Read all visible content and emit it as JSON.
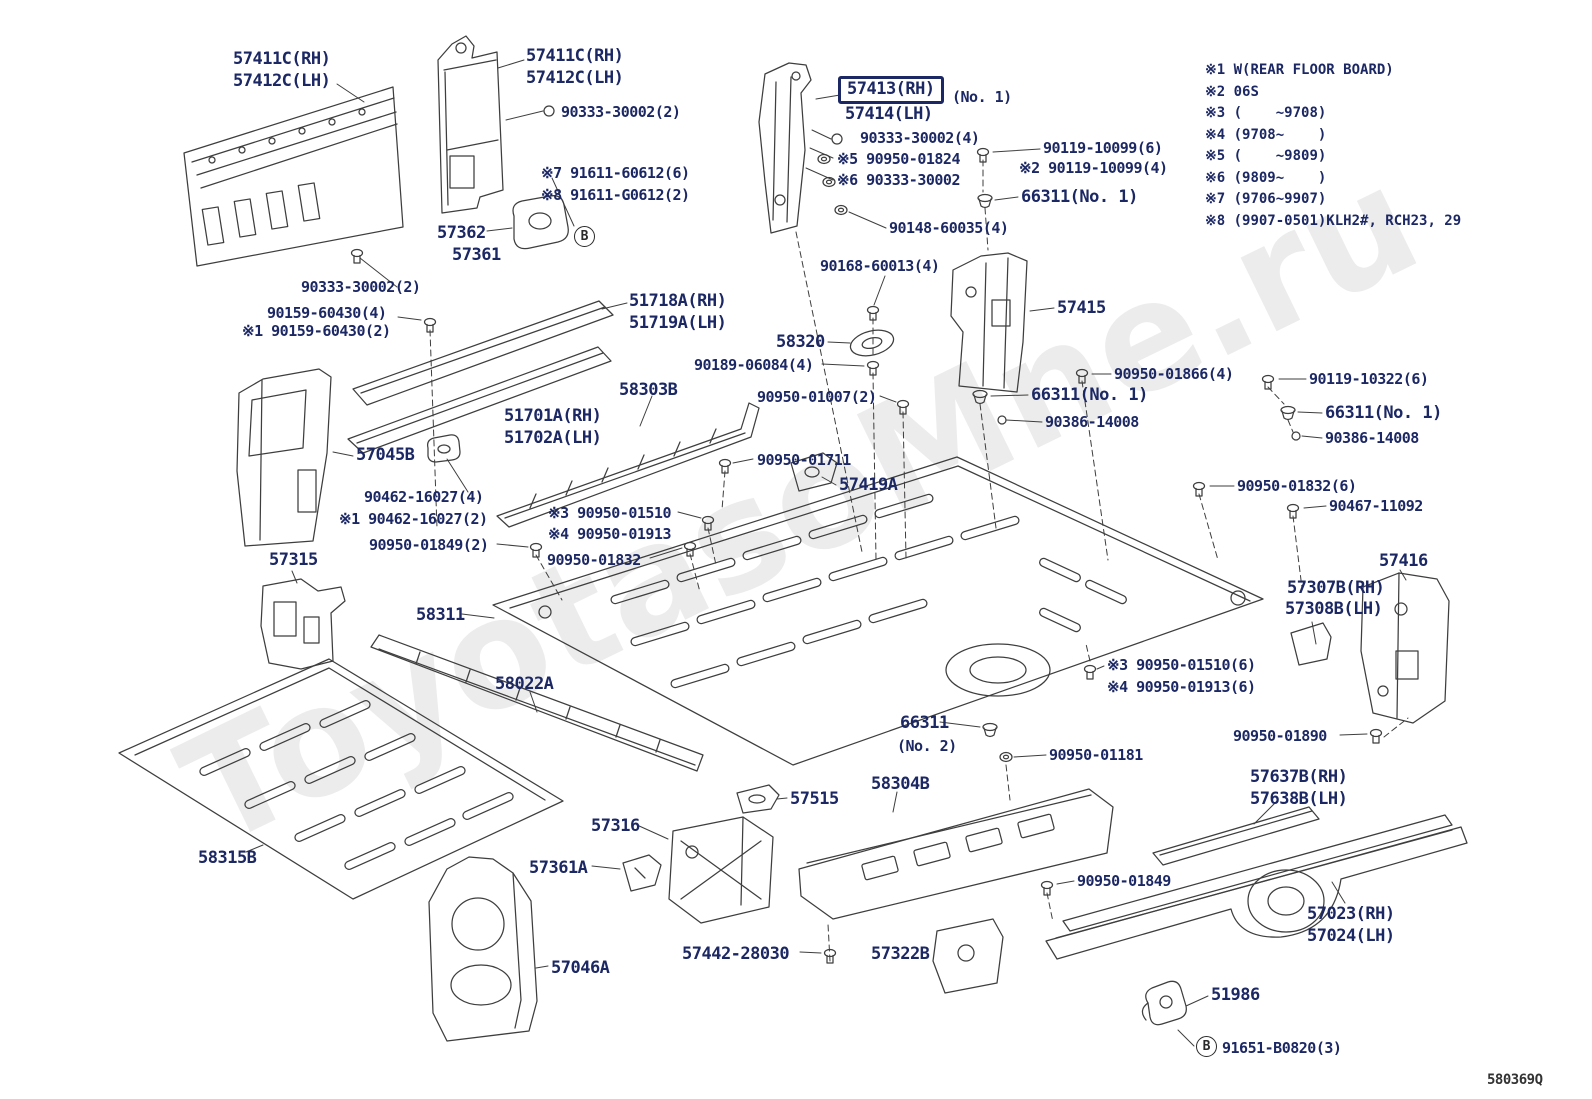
{
  "watermark": "ToyotasoMne.ru",
  "diagram_code": "580369Q",
  "circled_letter": "B",
  "notes": [
    "※1 W(REAR FLOOR BOARD)",
    "※2 06S",
    "※3 (    ~9708)",
    "※4 (9708~    )",
    "※5 (    ~9809)",
    "※6 (9809~    )",
    "※7 (9706~9907)",
    "※8 (9907-0501)KLH2#, RCH23, 29"
  ],
  "labels": [
    "57411C(RH)",
    "57412C(LH)",
    "57411C(RH)",
    "57412C(LH)",
    "90333-30002(2)",
    "※7 91611-60612(6)",
    "※8 91611-G0612(2)",
    "57362",
    "57361",
    "90333-30002(2)",
    "90159-60430(4)",
    "※1 90159-60430(2)",
    "51718A(RH)",
    "51719A(LH)",
    "58320",
    "90189-06084(4)",
    "58303B",
    "90950-01007(2)",
    "51701A(RH)",
    "51702A(LH)",
    "57045B",
    "90462-16027(4)",
    "※1 90462-16027(2)",
    "90950-01849(2)",
    "※3 90950-01510",
    "※4 90950-01913",
    "90950-01832",
    "90950-01711",
    "57419A",
    "57315",
    "58311",
    "58022A",
    "58315B",
    "57316",
    "57361A",
    "57515",
    "58304B",
    "57442-28030",
    "57322B",
    "57046A",
    "66311",
    "(No. 2)",
    "90950-01181",
    "90950-01849",
    "57637B(RH)",
    "57638B(LH)",
    "57023(RH)",
    "57024(LH)",
    "51986",
    "91651-B0820(3)",
    "580369Q",
    "57413(RH)",
    "(No. 1)",
    "57414(LH)",
    "90333-30002(4)",
    "※5 90950-01824",
    "※6 90333-30002",
    "90119-10099(6)",
    "※2 90119-10099(4)",
    "66311(No. 1)",
    "90148-60035(4)",
    "90168-60013(4)",
    "57415",
    "90950-01866(4)",
    "90119-10322(6)",
    "66311(No. 1)",
    "66311(No. 1)",
    "90386-14008",
    "90386-14008",
    "90950-01832(6)",
    "90467-11092",
    "57416",
    "57307B(RH)",
    "57308B(LH)",
    "※3 90950-01510(6)",
    "※4 90950-01913(6)",
    "90950-01890"
  ]
}
